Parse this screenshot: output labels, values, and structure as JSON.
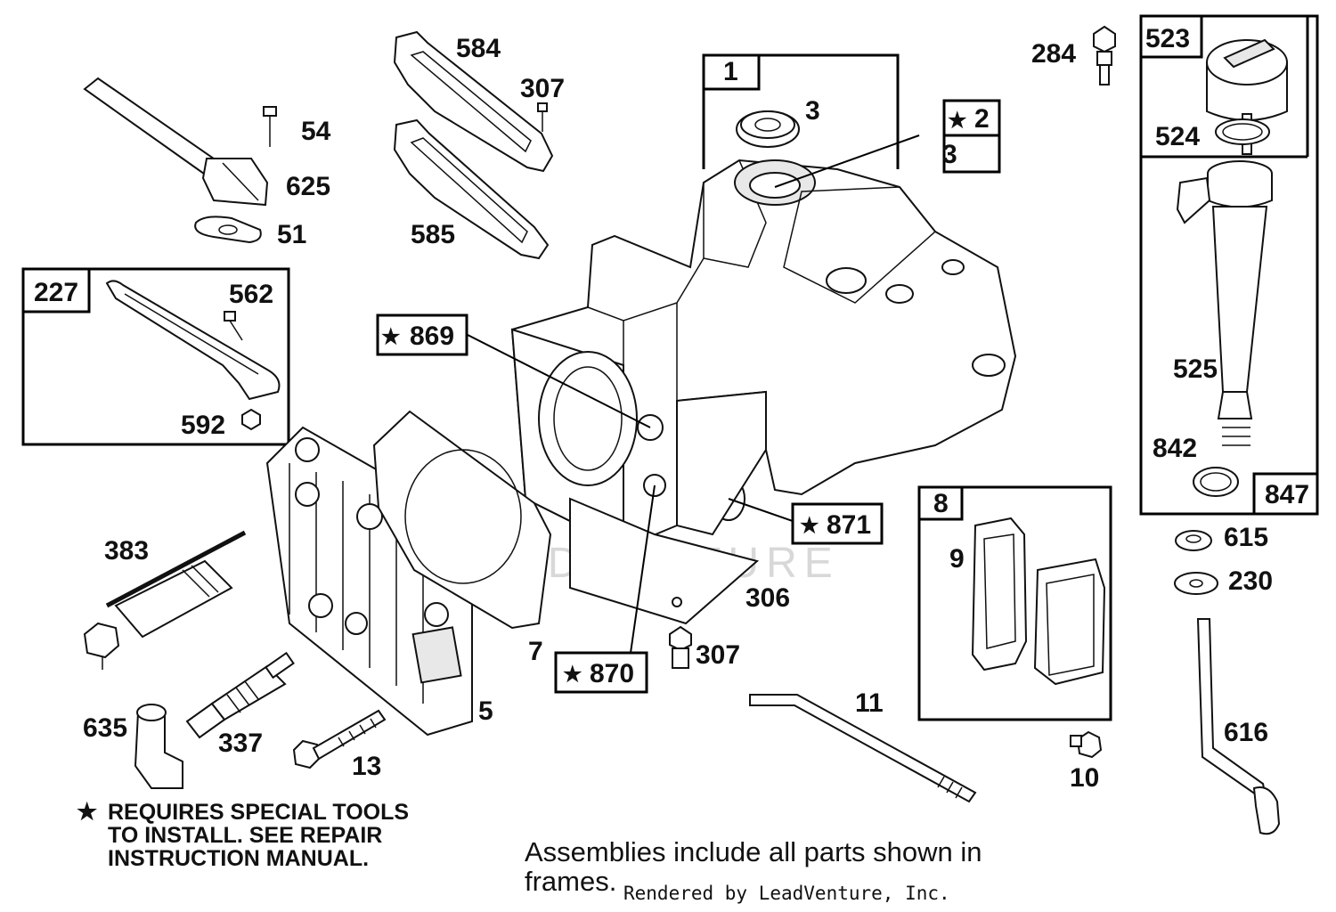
{
  "callouts": {
    "p584": "584",
    "p307a": "307",
    "p54": "54",
    "p625": "625",
    "p51": "51",
    "p585": "585",
    "p1": "1",
    "p3a": "3",
    "p2": "2",
    "p3b": "3",
    "p284": "284",
    "p523": "523",
    "p524": "524",
    "p525": "525",
    "p842": "842",
    "p847": "847",
    "p227": "227",
    "p562": "562",
    "p592": "592",
    "p869": "869",
    "p871": "871",
    "p870": "870",
    "p383": "383",
    "p5": "5",
    "p7": "7",
    "p306": "306",
    "p307b": "307",
    "p635": "635",
    "p337": "337",
    "p13": "13",
    "p11": "11",
    "p8": "8",
    "p9": "9",
    "p10": "10",
    "p615": "615",
    "p230": "230",
    "p616": "616"
  },
  "star_symbol": "★",
  "note": {
    "line1": "REQUIRES SPECIAL TOOLS",
    "line2": "TO INSTALL.  SEE REPAIR",
    "line3": "INSTRUCTION MANUAL."
  },
  "footer": {
    "line1": "Assemblies include all parts shown in",
    "line2": "frames."
  },
  "rendered_by": "Rendered by LeadVenture, Inc.",
  "watermark": "LEADVENTURE"
}
